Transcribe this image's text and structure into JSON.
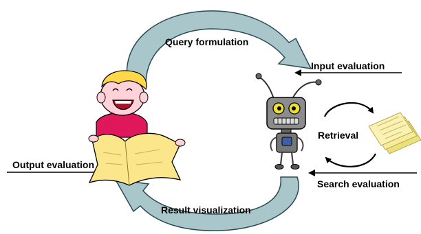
{
  "labels": {
    "query_formulation": "Query formulation",
    "input_evaluation": "Input evaluation",
    "retrieval": "Retrieval",
    "output_evaluation": "Output evaluation",
    "search_evaluation": "Search evaluation",
    "result_visualization": "Result visualization"
  },
  "colors": {
    "big_arrow_fill": "#a9c7cb",
    "big_arrow_stroke": "#2a4a55",
    "kid_face": "#ffd1d9",
    "kid_hair": "#ffd84a",
    "kid_shirt": "#e0175a",
    "paper": "#fbe68c",
    "robot_body": "#8c8c8c",
    "robot_eyes": "#f0e030",
    "documents": "#f6ec9a"
  },
  "icons": {
    "user": "child-reading-icon",
    "system": "robot-icon",
    "collection": "documents-icon"
  }
}
